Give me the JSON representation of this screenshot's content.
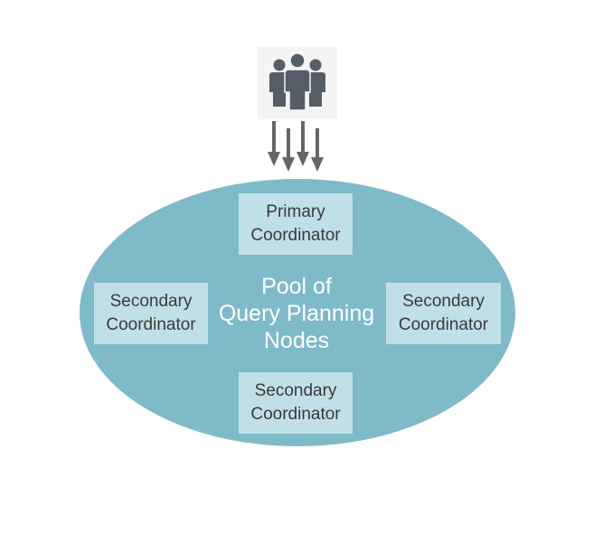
{
  "colors": {
    "pool_fill": "#7fbac9",
    "box_fill": "#c1dfe6",
    "arrow": "#666666",
    "icon": "#555e66",
    "icon_bg": "#f4f4f4"
  },
  "icon": {
    "name": "users-group-icon"
  },
  "pool": {
    "label_lines": [
      "Pool of",
      "Query Planning",
      "Nodes"
    ]
  },
  "coordinators": {
    "top": {
      "line1": "Primary",
      "line2": "Coordinator"
    },
    "left": {
      "line1": "Secondary",
      "line2": "Coordinator"
    },
    "right": {
      "line1": "Secondary",
      "line2": "Coordinator"
    },
    "bottom": {
      "line1": "Secondary",
      "line2": "Coordinator"
    }
  },
  "arrows": {
    "count": 4
  }
}
